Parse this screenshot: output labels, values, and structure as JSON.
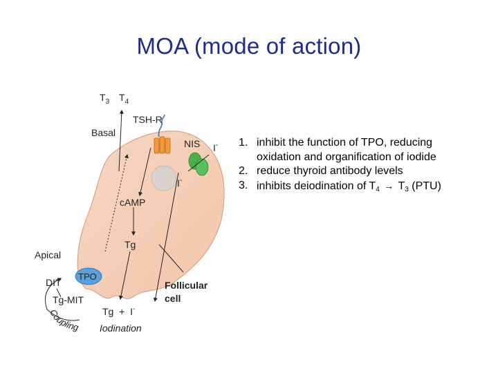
{
  "slide": {
    "title": "MOA (mode of action)"
  },
  "diagram": {
    "labels": {
      "t3": "T3",
      "t4": "T4",
      "tshr": "TSH-R",
      "basal": "Basal",
      "nis": "NIS",
      "iodide_out": "I",
      "iodide_out_charge": "-",
      "iodide_in": "I",
      "iodide_in_charge": "-",
      "camp": "cAMP",
      "tg": "Tg",
      "apical": "Apical",
      "dit": "DIT",
      "tpo": "TPO",
      "tgmit": "Tg-MIT",
      "tg_plus_i": "Tg  +  I",
      "tg_plus_i_charge": "-",
      "follicular_line1": "Follicular",
      "follicular_line2": "cell",
      "iodination": "Iodination",
      "coupling": "Coupling"
    }
  },
  "actions": [
    {
      "number": "1.",
      "line1": "inhibit the function of TPO, reducing",
      "line2": "oxidation and organification of iodide"
    },
    {
      "number": "2.",
      "text": "reduce thyroid antibody levels"
    },
    {
      "number": "3.",
      "prefix": "inhibits deiodination of T",
      "sub_a": "4",
      "arrow": "→",
      "mid": "T",
      "sub_b": "3",
      "suffix": "(PTU)"
    }
  ]
}
